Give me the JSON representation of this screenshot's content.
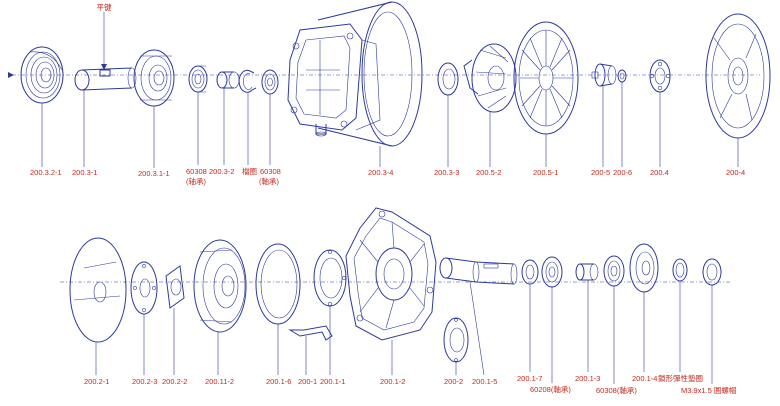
{
  "colors": {
    "ink": "#2c3a9e",
    "label": "#c8281e",
    "background": "#ffffff"
  },
  "top_row": {
    "key_callout": "平键",
    "labels": [
      "200.3.2-1",
      "200.3-1",
      "200.3.1-1",
      "60308",
      "(轴承)",
      "200.3-2",
      "檔圈",
      "60308",
      "(軸承)",
      "200.3-4",
      "200.3-3",
      "200.5-2",
      "200.5-1",
      "200-5",
      "200-6",
      "200.4",
      "200-4"
    ]
  },
  "bottom_row": {
    "labels": [
      "200.2-1",
      "200.2-3",
      "200.2-2",
      "200.11-2",
      "200.1-6",
      "200-1",
      "200.1-1",
      "200.1-2",
      "200-2",
      "200.1-5",
      "200.1-7",
      "60208(軸承)",
      "200.1-3",
      "60308(軸承)",
      "200.1-4",
      "鎖形彈性墊圈",
      "M3.9x1.5 圓螺帽"
    ]
  }
}
